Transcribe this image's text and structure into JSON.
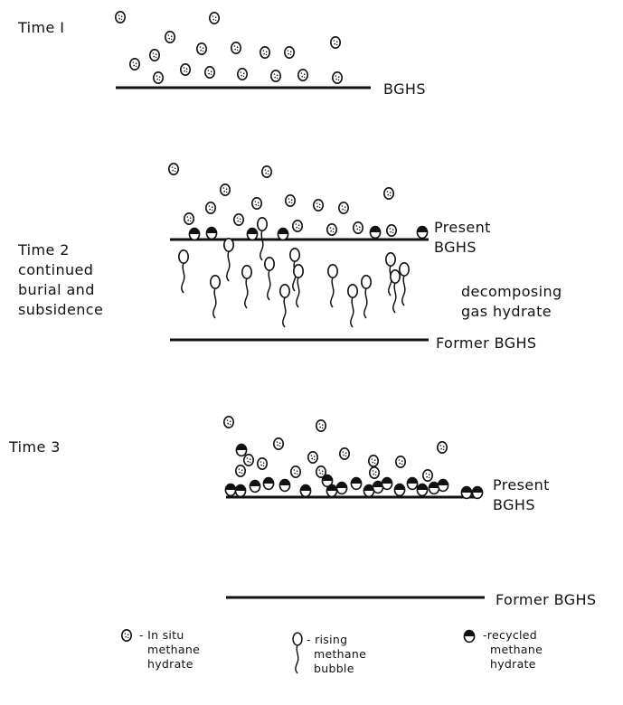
{
  "panels": {
    "time1": {
      "label": "Time I",
      "surface": "BGHS"
    },
    "time2": {
      "label_lines": [
        "Time 2",
        "continued",
        "burial and",
        "subsidence"
      ],
      "present_lines": [
        "Present",
        "BGHS"
      ],
      "decomposing_lines": [
        "decomposing",
        "gas hydrate"
      ],
      "former": "Former BGHS"
    },
    "time3": {
      "label": "Time 3",
      "present_lines": [
        "Present",
        "BGHS"
      ],
      "former": "Former BGHS"
    }
  },
  "legend": {
    "in_situ": [
      "- In situ",
      "methane",
      "hydrate"
    ],
    "rising": [
      "- rising",
      "methane",
      "bubble"
    ],
    "recycled": [
      "-recycled",
      "methane",
      "hydrate"
    ]
  },
  "symbols": {
    "in_situ_hydrate": "dotted-circle-icon",
    "rising_bubble": "bubble-with-tail-icon",
    "recycled_hydrate": "half-filled-circle-icon"
  },
  "colors": {
    "ink": "#111111",
    "background": "#ffffff"
  }
}
